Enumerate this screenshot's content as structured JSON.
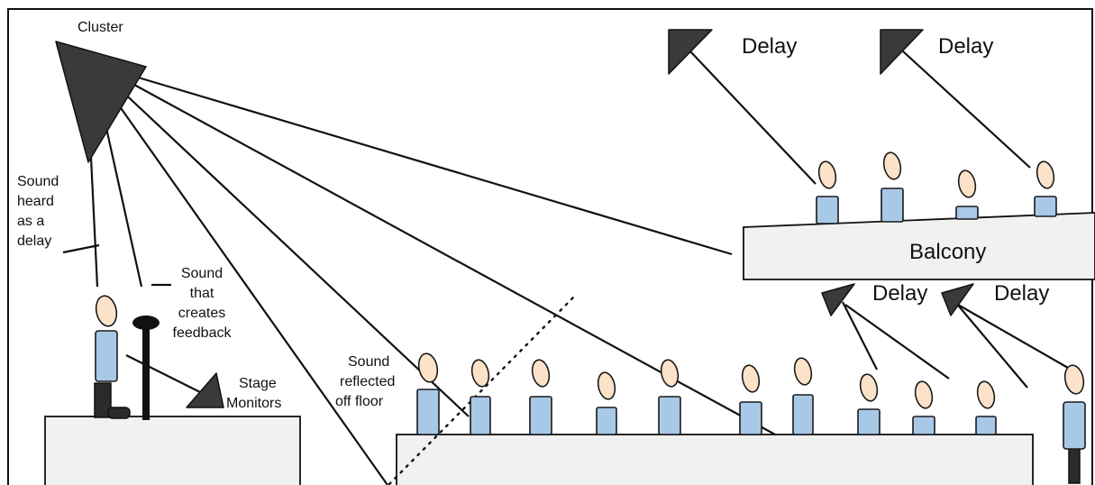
{
  "labels": {
    "cluster": "Cluster",
    "delay_top_left": "Delay",
    "delay_top_right": "Delay",
    "balcony": "Balcony",
    "delay_under_left": "Delay",
    "delay_under_right": "Delay",
    "sound_heard_as_delay": [
      "Sound",
      "heard",
      "as a",
      "delay"
    ],
    "sound_feedback": [
      "Sound",
      "that",
      "creates",
      "feedback"
    ],
    "stage_monitors": [
      "Stage",
      "Monitors"
    ],
    "sound_reflected": [
      "Sound",
      "reflected",
      "off floor"
    ]
  },
  "colors": {
    "speaker": "#3a3a3a",
    "person_body": "#a8c8e8",
    "person_head": "#fbe2c8",
    "platform": "#f1f1f1",
    "stroke": "#111111"
  }
}
